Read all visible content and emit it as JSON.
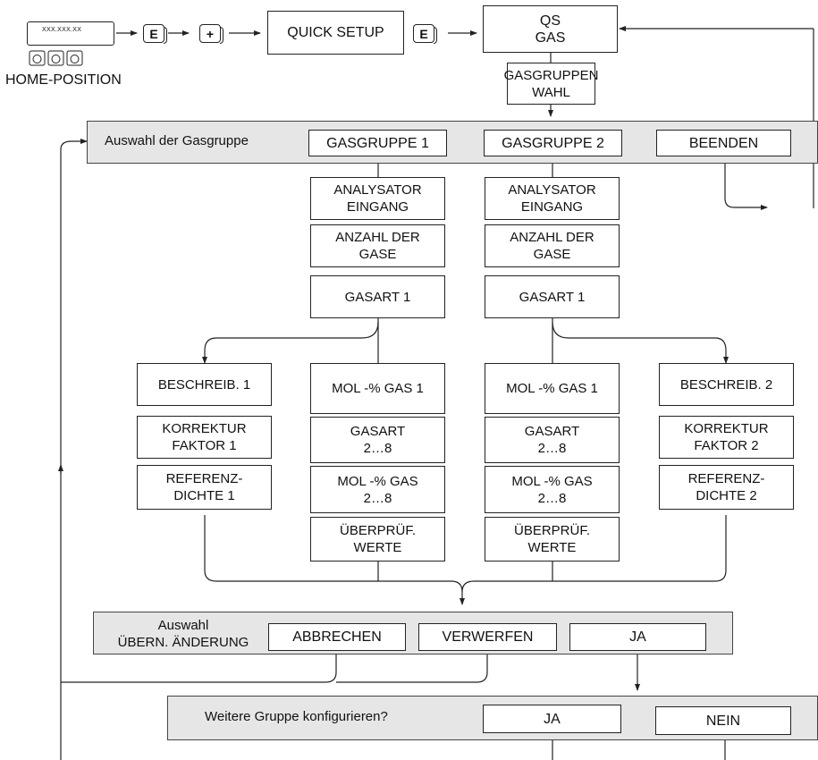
{
  "device": {
    "display_text": "XXX.XXX.XX",
    "home_label": "HOME-POSITION",
    "key_e": "E",
    "key_plus": "+"
  },
  "flow": {
    "quick_setup": "QUICK SETUP",
    "qs_gas": "QS\nGAS",
    "gasgruppen_wahl": "GASGRUPPEN\nWAHL"
  },
  "group_select": {
    "label": "Auswahl der Gasgruppe",
    "options": [
      "GASGRUPPE 1",
      "GASGRUPPE 2",
      "BEENDEN"
    ]
  },
  "group1": {
    "analysator": "ANALYSATOR\nEINGANG",
    "anzahl": "ANZAHL DER\nGASE",
    "gasart": "GASART 1",
    "beschreib": "BESCHREIB. 1",
    "korrektur": "KORREKTUR\nFAKTOR 1",
    "referenz": "REFERENZ-\nDICHTE 1",
    "mol1": "MOL -% GAS 1",
    "gasart28": "GASART\n2…8",
    "mol28": "MOL -% GAS\n2…8",
    "ueberpruef": "ÜBERPRÜF.\nWERTE"
  },
  "group2": {
    "analysator": "ANALYSATOR\nEINGANG",
    "anzahl": "ANZAHL DER\nGASE",
    "gasart": "GASART 1",
    "beschreib": "BESCHREIB. 2",
    "korrektur": "KORREKTUR\nFAKTOR 2",
    "referenz": "REFERENZ-\nDICHTE 2",
    "mol1": "MOL -% GAS 1",
    "gasart28": "GASART\n2…8",
    "mol28": "MOL -% GAS\n2…8",
    "ueberpruef": "ÜBERPRÜF.\nWERTE"
  },
  "accept_select": {
    "label": "Auswahl\nÜBERN. ÄNDERUNG",
    "options": [
      "ABBRECHEN",
      "VERWERFEN",
      "JA"
    ]
  },
  "further_select": {
    "label": "Weitere Gruppe konfigurieren?",
    "options": [
      "JA",
      "NEIN"
    ]
  }
}
